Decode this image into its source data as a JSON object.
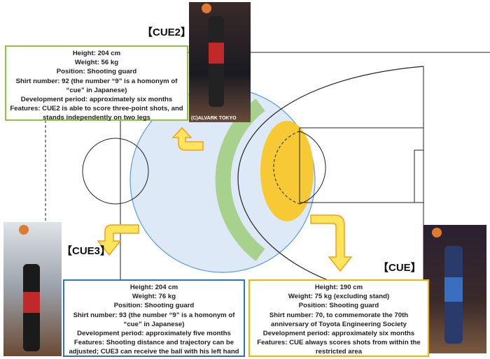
{
  "cue2": {
    "label": "【CUE2】",
    "credit": "(C)ALVARK TOKYO",
    "lines": [
      "Height: 204 cm",
      "Weight: 56 kg",
      "Position: Shooting guard",
      "Shirt number: 92 (the number “9” is a homonym of “cue” in Japanese)",
      "Development period: approximately six months",
      "Features: CUE2 is able to score three-point shots, and stands independently on two legs"
    ]
  },
  "cue3": {
    "label": "【CUE3】",
    "lines": [
      "Height: 204 cm",
      "Weight: 76 kg",
      "Position: Shooting guard",
      "Shirt number: 93 (the number “9” is a homonym of “cue” in Japanese)",
      "Development period: approximately five months",
      "Features: Shooting distance and trajectory can be adjusted; CUE3 can receive the ball with his left hand"
    ]
  },
  "cue": {
    "label": "【CUE】",
    "lines": [
      "Height: 190 cm",
      "Weight: 75 kg (excluding stand)",
      "Position: Shooting guard",
      "Shirt number: 70, to commemorate the 70th anniversary of Toyota Engineering Society",
      "Development period: approximately six months",
      "Features: CUE always scores shots from within the restricted area"
    ]
  },
  "colors": {
    "green": "#8dc63f",
    "blue": "#2e75b6",
    "orange": "#f5b400",
    "zone_blue": "#dce8f6",
    "zone_yellow": "#f7c934"
  }
}
